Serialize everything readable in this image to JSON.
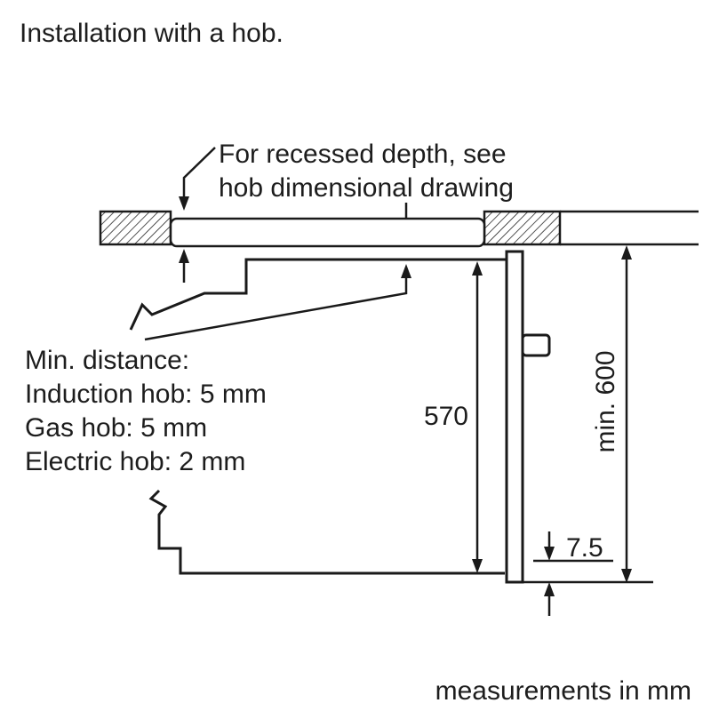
{
  "title": "Installation with a hob.",
  "annotation": {
    "line1": "For recessed depth, see",
    "line2": "hob dimensional drawing"
  },
  "min_distance": {
    "heading": "Min. distance:",
    "items": [
      "Induction hob: 5 mm",
      "Gas hob: 5 mm",
      "Electric hob: 2 mm"
    ]
  },
  "dimensions": {
    "cavity_height": "570",
    "niche_min_height": "min. 600",
    "door_offset": "7.5"
  },
  "footer": "measurements in mm",
  "colors": {
    "line": "#1a1a1a",
    "text": "#1d1d1d",
    "background": "#ffffff"
  }
}
